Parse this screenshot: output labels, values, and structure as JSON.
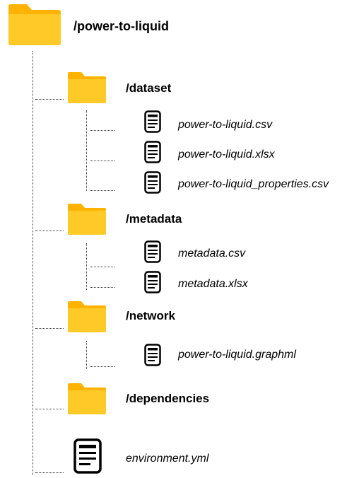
{
  "root": {
    "label": "/power-to-liquid",
    "icon": "folder-icon",
    "color": "#FFC832"
  },
  "folders": [
    {
      "label": "/dataset",
      "icon": "folder-icon",
      "files": [
        {
          "label": "power-to-liquid.csv",
          "icon": "document-icon"
        },
        {
          "label": "power-to-liquid.xlsx",
          "icon": "document-icon"
        },
        {
          "label": "power-to-liquid_properties.csv",
          "icon": "document-icon"
        }
      ]
    },
    {
      "label": "/metadata",
      "icon": "folder-icon",
      "files": [
        {
          "label": "metadata.csv",
          "icon": "document-icon"
        },
        {
          "label": "metadata.xlsx",
          "icon": "document-icon"
        }
      ]
    },
    {
      "label": "/network",
      "icon": "folder-icon",
      "files": [
        {
          "label": "power-to-liquid.graphml",
          "icon": "document-icon"
        }
      ]
    },
    {
      "label": "/dependencies",
      "icon": "folder-icon",
      "files": []
    }
  ],
  "root_files": [
    {
      "label": "environment.yml",
      "icon": "document-icon"
    }
  ]
}
